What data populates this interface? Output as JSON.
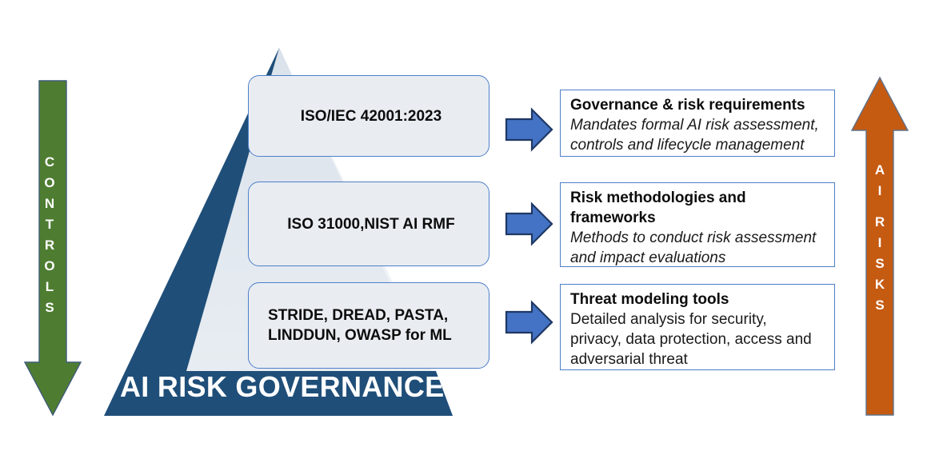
{
  "palette": {
    "pyramid_dark_blue": "#1F4E79",
    "pyramid_light_cone": "#EAEFF4",
    "tier_box_fill": "#E9EDF2",
    "tier_box_border": "#4E7FC8",
    "info_box_border": "#4E7FC8",
    "arrow_blue_fill": "#4472C4",
    "arrow_blue_stroke": "#1F3864",
    "controls_arrow_green": "#4E7D32",
    "risks_arrow_orange": "#C55A11",
    "text_dark": "#0C0C0C",
    "text_white": "#FFFFFF",
    "background": "#FFFFFF"
  },
  "left_arrow": {
    "name": "controls-arrow",
    "direction": "down",
    "color": "#4E7D32",
    "letters": [
      "C",
      "O",
      "N",
      "T",
      "R",
      "O",
      "L",
      "S"
    ],
    "label": "CONTROLS"
  },
  "right_arrow": {
    "name": "ai-risks-arrow",
    "direction": "up",
    "color": "#C55A11",
    "letters": [
      "A",
      "I",
      "",
      "R",
      "I",
      "S",
      "K",
      "S"
    ],
    "label": "AI RISKS"
  },
  "pyramid": {
    "title": "AI RISK GOVERNANCE",
    "fill": "#1F4E79"
  },
  "tiers": [
    {
      "id": "tier-1",
      "label": "ISO/IEC 42001:2023"
    },
    {
      "id": "tier-2",
      "label": "ISO 31000,NIST AI RMF"
    },
    {
      "id": "tier-3",
      "label": "STRIDE, DREAD, PASTA,\nLINDDUN, OWASP for ML"
    }
  ],
  "connectors": [
    {
      "id": "connector-1",
      "icon": "right-arrow-icon"
    },
    {
      "id": "connector-2",
      "icon": "right-arrow-icon"
    },
    {
      "id": "connector-3",
      "icon": "right-arrow-icon"
    }
  ],
  "details": [
    {
      "id": "detail-1",
      "title": "Governance & risk requirements",
      "body": "Mandates formal AI risk assessment,\ncontrols and lifecycle management",
      "body_style": "italic"
    },
    {
      "id": "detail-2",
      "title": "Risk methodologies and\nframeworks",
      "body": "Methods to conduct risk assessment\nand impact evaluations",
      "body_style": "italic"
    },
    {
      "id": "detail-3",
      "title": "Threat modeling tools",
      "body": "Detailed analysis for security,\nprivacy, data protection, access and\nadversarial threat",
      "body_style": "normal"
    }
  ]
}
